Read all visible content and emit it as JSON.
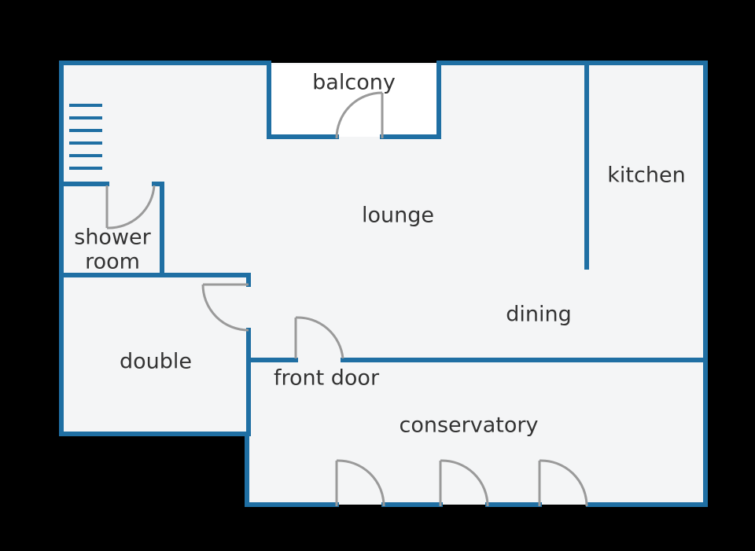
{
  "colors": {
    "background": "#000000",
    "wall": "#1f6fa3",
    "floor": "#f4f5f6",
    "door": "#9a9a9a",
    "text": "#333333"
  },
  "rooms": {
    "balcony": "balcony",
    "kitchen": "kitchen",
    "lounge": "lounge",
    "shower_1": "shower",
    "shower_2": "room",
    "dining": "dining",
    "double": "double",
    "front_door": "front door",
    "conservatory": "conservatory"
  }
}
